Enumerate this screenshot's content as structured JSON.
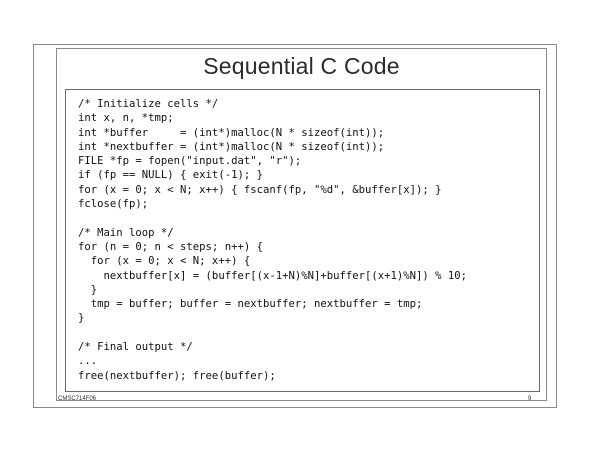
{
  "slide": {
    "title": "Sequential C Code",
    "code_lines": [
      "/* Initialize cells */",
      "int x, n, *tmp;",
      "int *buffer     = (int*)malloc(N * sizeof(int));",
      "int *nextbuffer = (int*)malloc(N * sizeof(int));",
      "FILE *fp = fopen(\"input.dat\", \"r\");",
      "if (fp == NULL) { exit(-1); }",
      "for (x = 0; x < N; x++) { fscanf(fp, \"%d\", &buffer[x]); }",
      "fclose(fp);",
      "",
      "/* Main loop */",
      "for (n = 0; n < steps; n++) {",
      "  for (x = 0; x < N; x++) {",
      "    nextbuffer[x] = (buffer[(x-1+N)%N]+buffer[(x+1)%N]) % 10;",
      "  }",
      "  tmp = buffer; buffer = nextbuffer; nextbuffer = tmp;",
      "}",
      "",
      "/* Final output */",
      "...",
      "free(nextbuffer); free(buffer);"
    ],
    "footer_left": "CMSC714F06",
    "page_number": "9"
  }
}
